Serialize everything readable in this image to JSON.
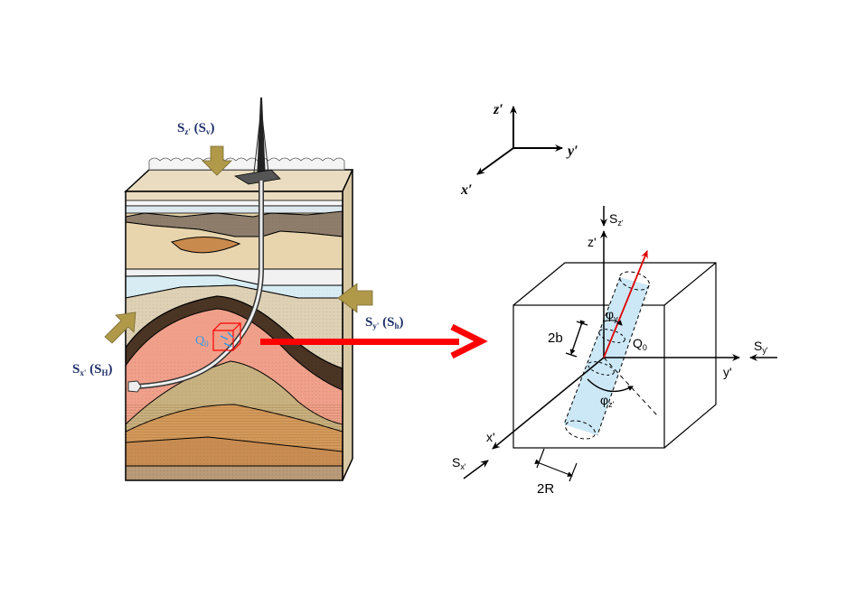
{
  "figure": {
    "type": "geomechanics-wellbore-schematic",
    "left_panel": {
      "title": "reservoir block with deviated well",
      "stress_labels": {
        "vertical": {
          "main": "S",
          "sub": "z'",
          "paren_main": "S",
          "paren_sub": "v"
        },
        "max_horizontal": {
          "main": "S",
          "sub": "x'",
          "paren_main": "S",
          "paren_sub": "H"
        },
        "min_horizontal": {
          "main": "S",
          "sub": "y'",
          "paren_main": "S",
          "paren_sub": "h"
        }
      },
      "flow_label": {
        "main": "Q",
        "sub": "0"
      }
    },
    "connector": {
      "description": "red arrow from wellbore element to local model"
    },
    "right_panel": {
      "global_axes": {
        "z": "z′",
        "y": "y′",
        "x": "x′"
      },
      "local_axes": {
        "z": "z'",
        "y": "y'",
        "x": "x'"
      },
      "stresses": {
        "sz": {
          "main": "S",
          "sub": "z'"
        },
        "sy": {
          "main": "S",
          "sub": "y'"
        },
        "sx": {
          "main": "S",
          "sub": "x'"
        }
      },
      "angles": {
        "phi_y": {
          "main": "φ",
          "sub": "y"
        },
        "phi_z": {
          "main": "φ",
          "sub": "z'"
        }
      },
      "dimensions": {
        "length": "2b",
        "radius": "2R"
      },
      "flow": {
        "main": "Q",
        "sub": "0"
      }
    },
    "colors": {
      "stress_label": "#1f2f6b",
      "stress_arrow": "#b09a4a",
      "connector_arrow": "#ff0000",
      "well_axis": "#e00000",
      "fracture_fill": "#cce8f7",
      "flow_label": "#3399e6",
      "reservoir_pink": "#f0a08a",
      "shale_dark": "#4a3424",
      "sand": "#e6d3ac"
    }
  }
}
